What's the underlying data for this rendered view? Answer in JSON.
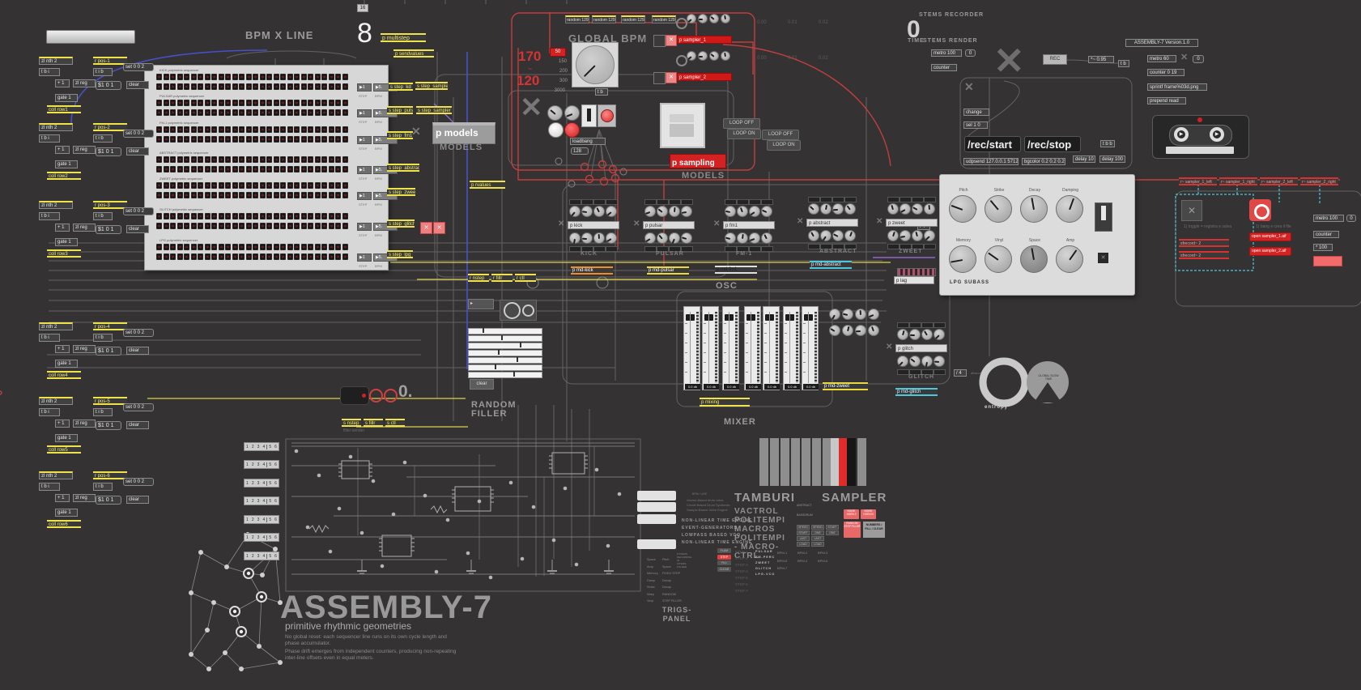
{
  "meta": {
    "yellow": "#efe24a",
    "red": "#d93030",
    "cyan": "#4ac8dc",
    "orange": "#f08c28"
  },
  "top_strip": {
    "tick_box": "16"
  },
  "bpm_x_line": {
    "title": "BPM X LINE",
    "count": "8",
    "step_btn": "▶1",
    "bpm_btn": "▶5.",
    "step_lbl": "STEP",
    "bpm_lbl": "BPM",
    "sequencers": [
      {
        "label": "KICK polymetric sequencer"
      },
      {
        "label": "PULSAR polymetric sequencer"
      },
      {
        "label": "FM-1 polymetric sequencer"
      },
      {
        "label": "ABSTRACT polymetric sequencer"
      },
      {
        "label": "ZWEET polymetric sequencer"
      },
      {
        "label": "GLITCH polymetric sequencer"
      },
      {
        "label": "LPG polymetric sequencer"
      }
    ]
  },
  "left_rail": {
    "zl_nth": "zl nth 2",
    "tbi": "t b i",
    "plus": "+ 1",
    "zl_reg": "zl reg",
    "gate": "gate 1",
    "tib": "t i b",
    "set_msg": "set 0 0 2",
    "dollar_msg": "$1 0 1",
    "clear": "clear",
    "clusters": [
      {
        "pos": "r pos-1",
        "coll": "coll row1"
      },
      {
        "pos": "r pos-2",
        "coll": "coll row2"
      },
      {
        "pos": "r pos-3",
        "coll": "coll row3"
      },
      {
        "pos": "r pos-4",
        "coll": "coll row4"
      },
      {
        "pos": "r pos-5",
        "coll": "coll row5"
      },
      {
        "pos": "r pos-6",
        "coll": "coll row6"
      }
    ]
  },
  "senders": {
    "p_multistep": "p multistep",
    "p_sendvalues": "p sendvalues",
    "items": [
      "s step_kd",
      "s step_sampler",
      "s step_puls",
      "s step_sampler_2",
      "s step_fm1",
      "s step_abstract",
      "s step_zweet",
      "s step_glitch",
      "s step_lpg"
    ],
    "p_models": "p models",
    "models_label": "MODELS",
    "p_rvalues": "p rvalues"
  },
  "global_bpm": {
    "title": "GLOBAL BPM",
    "bpm_main": "170",
    "tilde": "~",
    "bpm_alt": "120",
    "options": [
      "50",
      "150",
      "200",
      "300",
      "3000"
    ],
    "t_b": "t b",
    "loadbang": "loadbang",
    "n128": "128"
  },
  "random_row": {
    "label": "random 129"
  },
  "samplers": {
    "one": "p sampler_1",
    "two": "p sampler_2",
    "readout": [
      "0.00",
      "0.01",
      "0.02"
    ]
  },
  "sampling": {
    "box": "p sampling",
    "models": "MODELS",
    "loop_off": "LOOP OFF",
    "loop_on": "LOOP ON"
  },
  "stems": {
    "title": "STEMS RECORDER",
    "count": "0",
    "time": "TIME",
    "render": "STEMS RENDER",
    "version": "ASSEMBLY-7 Version.1.0",
    "rec": "REC",
    "gain": "*~ 0.95",
    "t_b": "t b",
    "metro": "metro 60",
    "counter": "counter 0 19",
    "sprintf": "sprintf frame%03d.png",
    "prepend": "prepend read",
    "metro100": "metro 100",
    "zero": "0",
    "counter2": "counter",
    "change": "change",
    "sel": "sel 1 0",
    "rec_start": "/rec/start",
    "rec_stop": "/rec/stop",
    "udpsend": "udpsend 127.0.0.1 57120",
    "bgcolor": "bgcolor 0.2 0.2 0.2 1.",
    "tbb": "t b b",
    "delay10": "delay 10",
    "delay100": "delay 100",
    "arrow_zero": "0"
  },
  "recorder": {
    "receivers": [
      "r~ sampler_1_left",
      "r~ sampler_1_right",
      "r~ sampler_2_left",
      "r~ sampler_2_right"
    ],
    "note_toggle": "1) toggle = registra e salva",
    "note_bang": "1) bang e crea il file",
    "sfrecord": "sfrecord~ 2",
    "open_1": "open sampler_1.aif",
    "open_2": "open sampler_2.aif",
    "metro": "metro 100",
    "zero": "0",
    "counter": "counter",
    "mult": "* 100"
  },
  "lpg": {
    "title": "LPG SUBASS",
    "knobs_top": [
      "Pitch",
      "Strike",
      "Decay",
      "Damping"
    ],
    "knobs_bottom": [
      "Memory",
      "Vinyl",
      "Space",
      "Amp"
    ]
  },
  "osc": {
    "label": "OSC",
    "div4": "/ 4",
    "attacca": "attacca",
    "p_lag": "p lag",
    "modules": [
      {
        "box": "p kick",
        "name": "KICK",
        "md": "p md-kick"
      },
      {
        "box": "p pulsar",
        "name": "PULSAR",
        "md": "p md-pulsar"
      },
      {
        "box": "p fm1",
        "name": "FM-1",
        "md": "p md-fm1"
      },
      {
        "box": "p abstract",
        "name": "ABSTRACT",
        "md": "p md-abstract"
      },
      {
        "box": "p zweet",
        "name": "ZWEET",
        "md": "p md-zweet"
      },
      {
        "box": "p glitch",
        "name": "GLITCH",
        "md": "p md-glitch"
      }
    ]
  },
  "mixer": {
    "label": "MIXER",
    "db": "0.0 db",
    "p_mixing": "p mixing"
  },
  "filler": {
    "title_1": "RANDOM",
    "title_2": "FILLER",
    "receivers": [
      "r nstep",
      "r fillr",
      "r ctl"
    ],
    "senders": [
      "s nstep",
      "s fillr",
      "s ctl"
    ],
    "sender_label": "filler-sender",
    "clear": "clear",
    "value": "0."
  },
  "entropy": {
    "label": "entropy",
    "pac_text": "GLOBAL SLOW TIME"
  },
  "selectors": {
    "digits": [
      "1",
      "2",
      "3",
      "4",
      "5",
      "6"
    ]
  },
  "branding": {
    "title": "ASSEMBLY-7",
    "subtitle": "primitive rhythmic geometries",
    "desc": [
      "No global reset: each sequencer line runs on its own cycle length and",
      "phase accumulator.",
      "Phase drift emerges from independent counters, producing non-repeating",
      "inter-line offsets even in equal meters."
    ]
  },
  "tamburi": {
    "title": "TAMBURI",
    "sampler": "SAMPLER",
    "vactrol": "VACTROL POLITEMPI",
    "macros": "MACROS",
    "politempi": "POLITEMPI - MACRO-CTRL",
    "bpm_line": "BPM / LINE",
    "engine_notes": [
      "Vactrol-Based drum voice",
      "Circuit-Based Drum Synthesis",
      "Sample-Based Voice Engine"
    ],
    "engines": [
      "NON-LINEAR TIME ENGINE",
      "EVENT-GENERATORS",
      "LOWPASS BASED VCO",
      "NON-LINEAR TIME ENGINE"
    ],
    "buttons": [
      "FLAM",
      "STEP",
      "FILL",
      "CLEAR"
    ],
    "steps": [
      "STEP-1",
      "STEP-2",
      "STEP-3",
      "STEP-4",
      "STEP-5",
      "STEP-6",
      "STEP-7"
    ],
    "voices": [
      "PULSAR",
      "FM-PERC",
      "ZWEET",
      "GLITCH",
      "LPG-VCO"
    ],
    "bpm_cols": [
      [
        "BPM-1",
        "BPM-5",
        "BPM-7"
      ],
      [
        "BPM-2",
        "BPM-4"
      ],
      [
        "BPM-3",
        "BPM-6"
      ]
    ],
    "sampler_rows": [
      "ABSTRACT",
      "BASSDRUM"
    ],
    "mini_buttons": [
      [
        "SPEED",
        "SPEED",
        "START"
      ],
      [
        "START",
        "ONE",
        "ONE"
      ],
      [
        "LAST",
        "LAST"
      ],
      [
        "LOAD",
        "LOAD"
      ]
    ],
    "red_buttons": [
      "NOISE HGEN 2",
      "NOISE HGEN N",
      "RANDOM STEP FILLER"
    ],
    "gray_button": "NUMBERS / FILL / CLEAR"
  },
  "trigs": {
    "title": "TRIGS-PANEL",
    "note": "8 STEMS RECORDING IN (STEMS FOLDER",
    "pairs": [
      [
        "Space",
        "Pitch"
      ],
      [
        "Amp",
        "Space"
      ],
      [
        "Memory",
        "FIXED STEP"
      ],
      [
        "Damp",
        "Decay"
      ],
      [
        "Strike",
        "Decay"
      ],
      [
        "Warp",
        "RANDOM"
      ],
      [
        "Vinyl",
        "STEP FILLER"
      ]
    ]
  }
}
